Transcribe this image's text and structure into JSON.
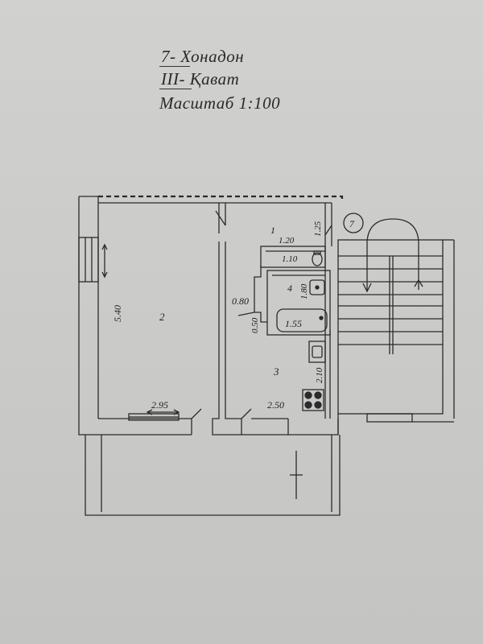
{
  "header": {
    "apartment": "7- Хонадон",
    "floor": "III- Қават",
    "scale": "Масштаб 1:100"
  },
  "rooms": {
    "room1": "1",
    "room2": "2",
    "room3": "3",
    "room4": "4",
    "stair_number": "7"
  },
  "dimensions": {
    "d_5_40": "5.40",
    "d_2_95": "2.95",
    "d_2_50": "2.50",
    "d_0_80": "0.80",
    "d_0_50": "0.50",
    "d_1_20": "1.20",
    "d_1_10": "1.10",
    "d_1_80": "1.80",
    "d_1_55": "1.55",
    "d_2_10": "2.10",
    "d_1_25": "1.25"
  }
}
